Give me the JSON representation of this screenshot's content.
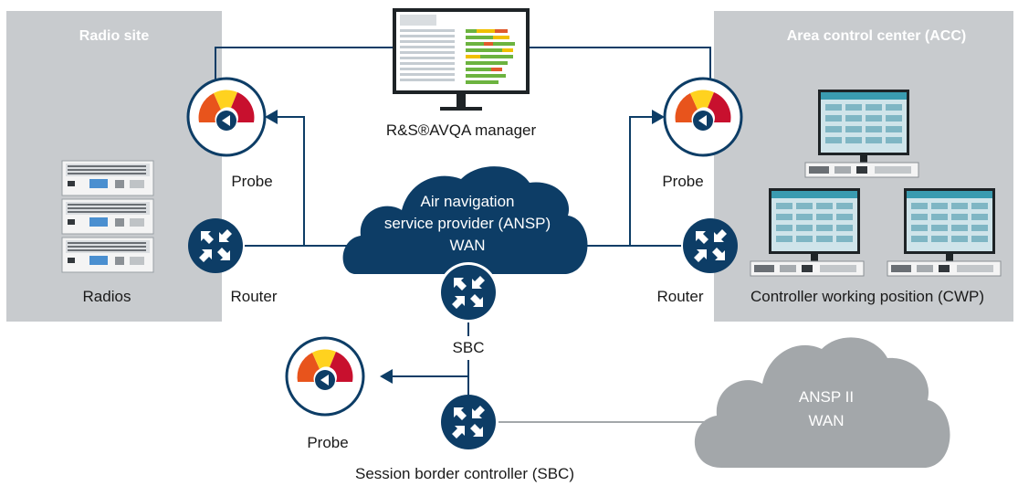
{
  "panels": {
    "radio_site": "Radio site",
    "acc": "Area control center (ACC)"
  },
  "labels": {
    "manager": "R&S®AVQA manager",
    "probe_left": "Probe",
    "probe_right": "Probe",
    "probe_bottom": "Probe",
    "router_left": "Router",
    "router_right": "Router",
    "radios": "Radios",
    "cwp": "Controller working position (CWP)",
    "sbc": "SBC",
    "sbc_full": "Session border controller (SBC)"
  },
  "clouds": {
    "ansp_line1": "Air navigation",
    "ansp_line2": "service provider (ANSP)",
    "ansp_line3": "WAN",
    "ansp2_line1": "ANSP II",
    "ansp2_line2": "WAN"
  },
  "colors": {
    "navy": "#0d3d66",
    "panel_gray": "#c8cbce",
    "cloud_gray": "#a3a7aa",
    "gauge_orange": "#e8541c",
    "gauge_yellow": "#ffd21f",
    "gauge_red": "#c8102e"
  }
}
